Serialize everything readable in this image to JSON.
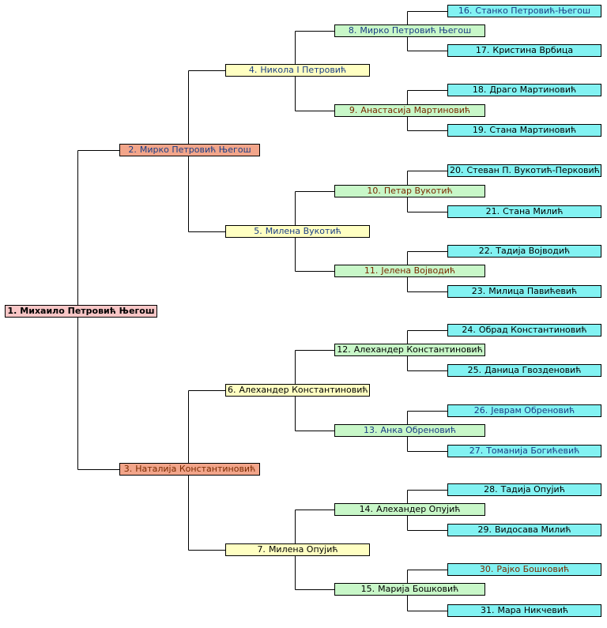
{
  "tree": {
    "persons": [
      {
        "num": "1.",
        "name": "Михаило Петровић Његош",
        "color": "dark"
      },
      {
        "num": "2.",
        "name": "Мирко Петровић Његош",
        "color": "blue"
      },
      {
        "num": "3.",
        "name": "Наталија Константиновић",
        "color": "brown"
      },
      {
        "num": "4.",
        "name": "Никола I Петровић",
        "color": "blue"
      },
      {
        "num": "5.",
        "name": "Милена Вукотић",
        "color": "blue"
      },
      {
        "num": "6.",
        "name": "Алехандер Константиновић",
        "color": "dark"
      },
      {
        "num": "7.",
        "name": "Милена Опујић",
        "color": "dark"
      },
      {
        "num": "8.",
        "name": "Мирко Петровић Његош",
        "color": "blue"
      },
      {
        "num": "9.",
        "name": "Анастасија Мартиновић",
        "color": "brown"
      },
      {
        "num": "10.",
        "name": "Петар Вукотић",
        "color": "brown"
      },
      {
        "num": "11.",
        "name": "Јелена Војводић",
        "color": "brown"
      },
      {
        "num": "12.",
        "name": "Алехандер Константиновић",
        "color": "dark"
      },
      {
        "num": "13.",
        "name": "Анка Обреновић",
        "color": "blue"
      },
      {
        "num": "14.",
        "name": "Алехандер Опујић",
        "color": "dark"
      },
      {
        "num": "15.",
        "name": "Марија Бошковић",
        "color": "dark"
      },
      {
        "num": "16.",
        "name": "Станко Петровић-Његош",
        "color": "blue"
      },
      {
        "num": "17.",
        "name": "Кристина Врбица",
        "color": "dark"
      },
      {
        "num": "18.",
        "name": "Драго Мартиновић",
        "color": "dark"
      },
      {
        "num": "19.",
        "name": "Стана Мартиновић",
        "color": "dark"
      },
      {
        "num": "20.",
        "name": "Стеван П. Вукотић-Перковић",
        "color": "dark"
      },
      {
        "num": "21.",
        "name": "Стана Милић",
        "color": "dark"
      },
      {
        "num": "22.",
        "name": "Тадија Војводић",
        "color": "dark"
      },
      {
        "num": "23.",
        "name": "Милица Павићевић",
        "color": "dark"
      },
      {
        "num": "24.",
        "name": "Обрад Константиновић",
        "color": "dark"
      },
      {
        "num": "25.",
        "name": "Даница Гвозденовић",
        "color": "dark"
      },
      {
        "num": "26.",
        "name": "Јеврам Обреновић",
        "color": "blue"
      },
      {
        "num": "27.",
        "name": "Томанија Богићевић",
        "color": "blue"
      },
      {
        "num": "28.",
        "name": "Тадија Опујић",
        "color": "dark"
      },
      {
        "num": "29.",
        "name": "Видосава Милић",
        "color": "dark"
      },
      {
        "num": "30.",
        "name": "Рајко Бошковић",
        "color": "brown"
      },
      {
        "num": "31.",
        "name": "Мара Никчевић",
        "color": "dark"
      }
    ]
  }
}
